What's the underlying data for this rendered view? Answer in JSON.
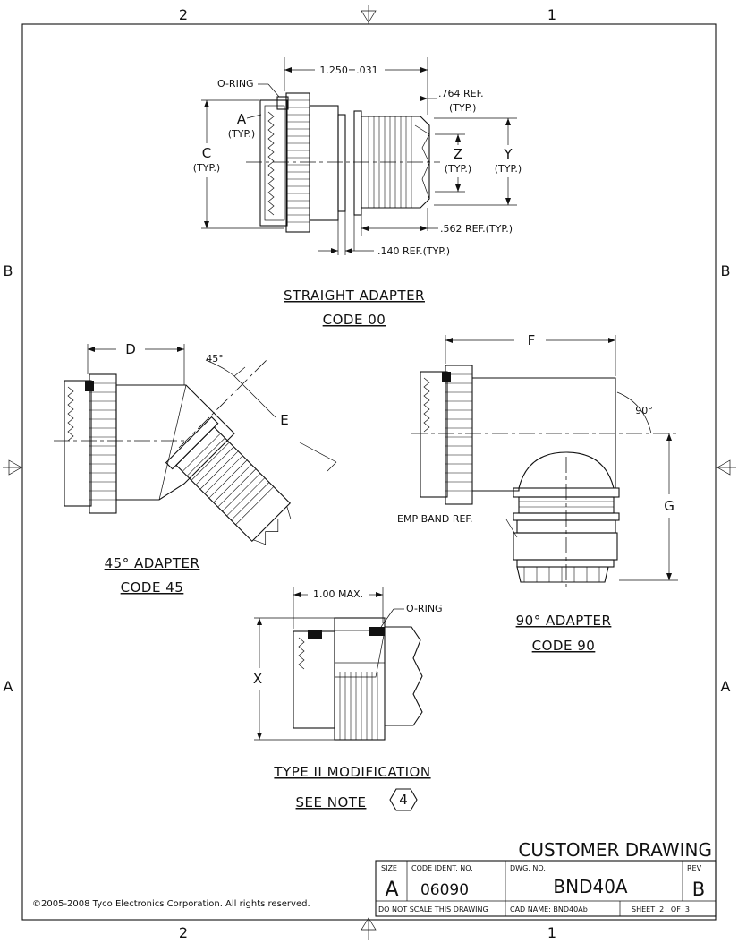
{
  "border": {
    "zones_top": [
      "2",
      "1"
    ],
    "zones_bottom": [
      "2",
      "1"
    ],
    "zones_left": [
      "B",
      "A"
    ],
    "zones_right": [
      "B",
      "A"
    ]
  },
  "straight_adapter": {
    "title": "STRAIGHT ADAPTER",
    "code": "CODE 00",
    "dim_length": "1.250±.031",
    "dim_764": ".764 REF.",
    "dim_764_typ": "(TYP.)",
    "dim_562": ".562 REF.(TYP.)",
    "dim_140": ".140 REF.(TYP.)",
    "oring": "O-RING",
    "label_a": "A",
    "label_a_typ": "(TYP.)",
    "label_c": "C",
    "label_c_typ": "(TYP.)",
    "label_z": "Z",
    "label_z_typ": "(TYP.)",
    "label_y": "Y",
    "label_y_typ": "(TYP.)"
  },
  "adapter_45": {
    "title": "45° ADAPTER",
    "code": "CODE 45",
    "label_d": "D",
    "label_e": "E",
    "angle": "45°"
  },
  "adapter_90": {
    "title": "90° ADAPTER",
    "code": "CODE 90",
    "label_f": "F",
    "label_g": "G",
    "angle": "90°",
    "emp_band": "EMP BAND REF."
  },
  "type2": {
    "title": "TYPE II MODIFICATION",
    "see_note": "SEE NOTE",
    "note_num": "4",
    "dim_max": "1.00 MAX.",
    "oring": "O-RING",
    "label_x": "X"
  },
  "title_block": {
    "customer_drawing": "CUSTOMER DRAWING",
    "size_label": "SIZE",
    "size_value": "A",
    "code_ident_label": "CODE IDENT. NO.",
    "code_ident_value": "06090",
    "dwg_no_label": "DWG. NO.",
    "dwg_no_value": "BND40A",
    "rev_label": "REV",
    "rev_value": "B",
    "do_not_scale": "DO NOT SCALE THIS DRAWING",
    "cad_name": "CAD NAME: BND40Ab",
    "sheet": "SHEET  2   OF  3"
  },
  "copyright": "©2005-2008 Tyco Electronics Corporation. All rights reserved."
}
